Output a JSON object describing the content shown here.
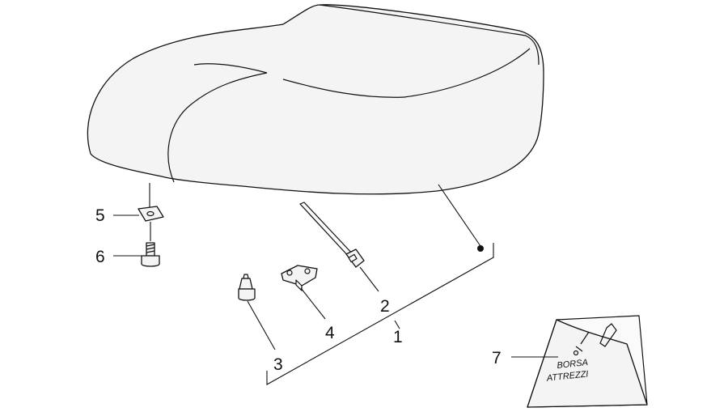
{
  "callouts": {
    "c1": "1",
    "c2": "2",
    "c3": "3",
    "c4": "4",
    "c5": "5",
    "c6": "6",
    "c7": "7"
  },
  "tool_bag": {
    "line1": "BORSA",
    "line2": "ATTREZZI"
  }
}
